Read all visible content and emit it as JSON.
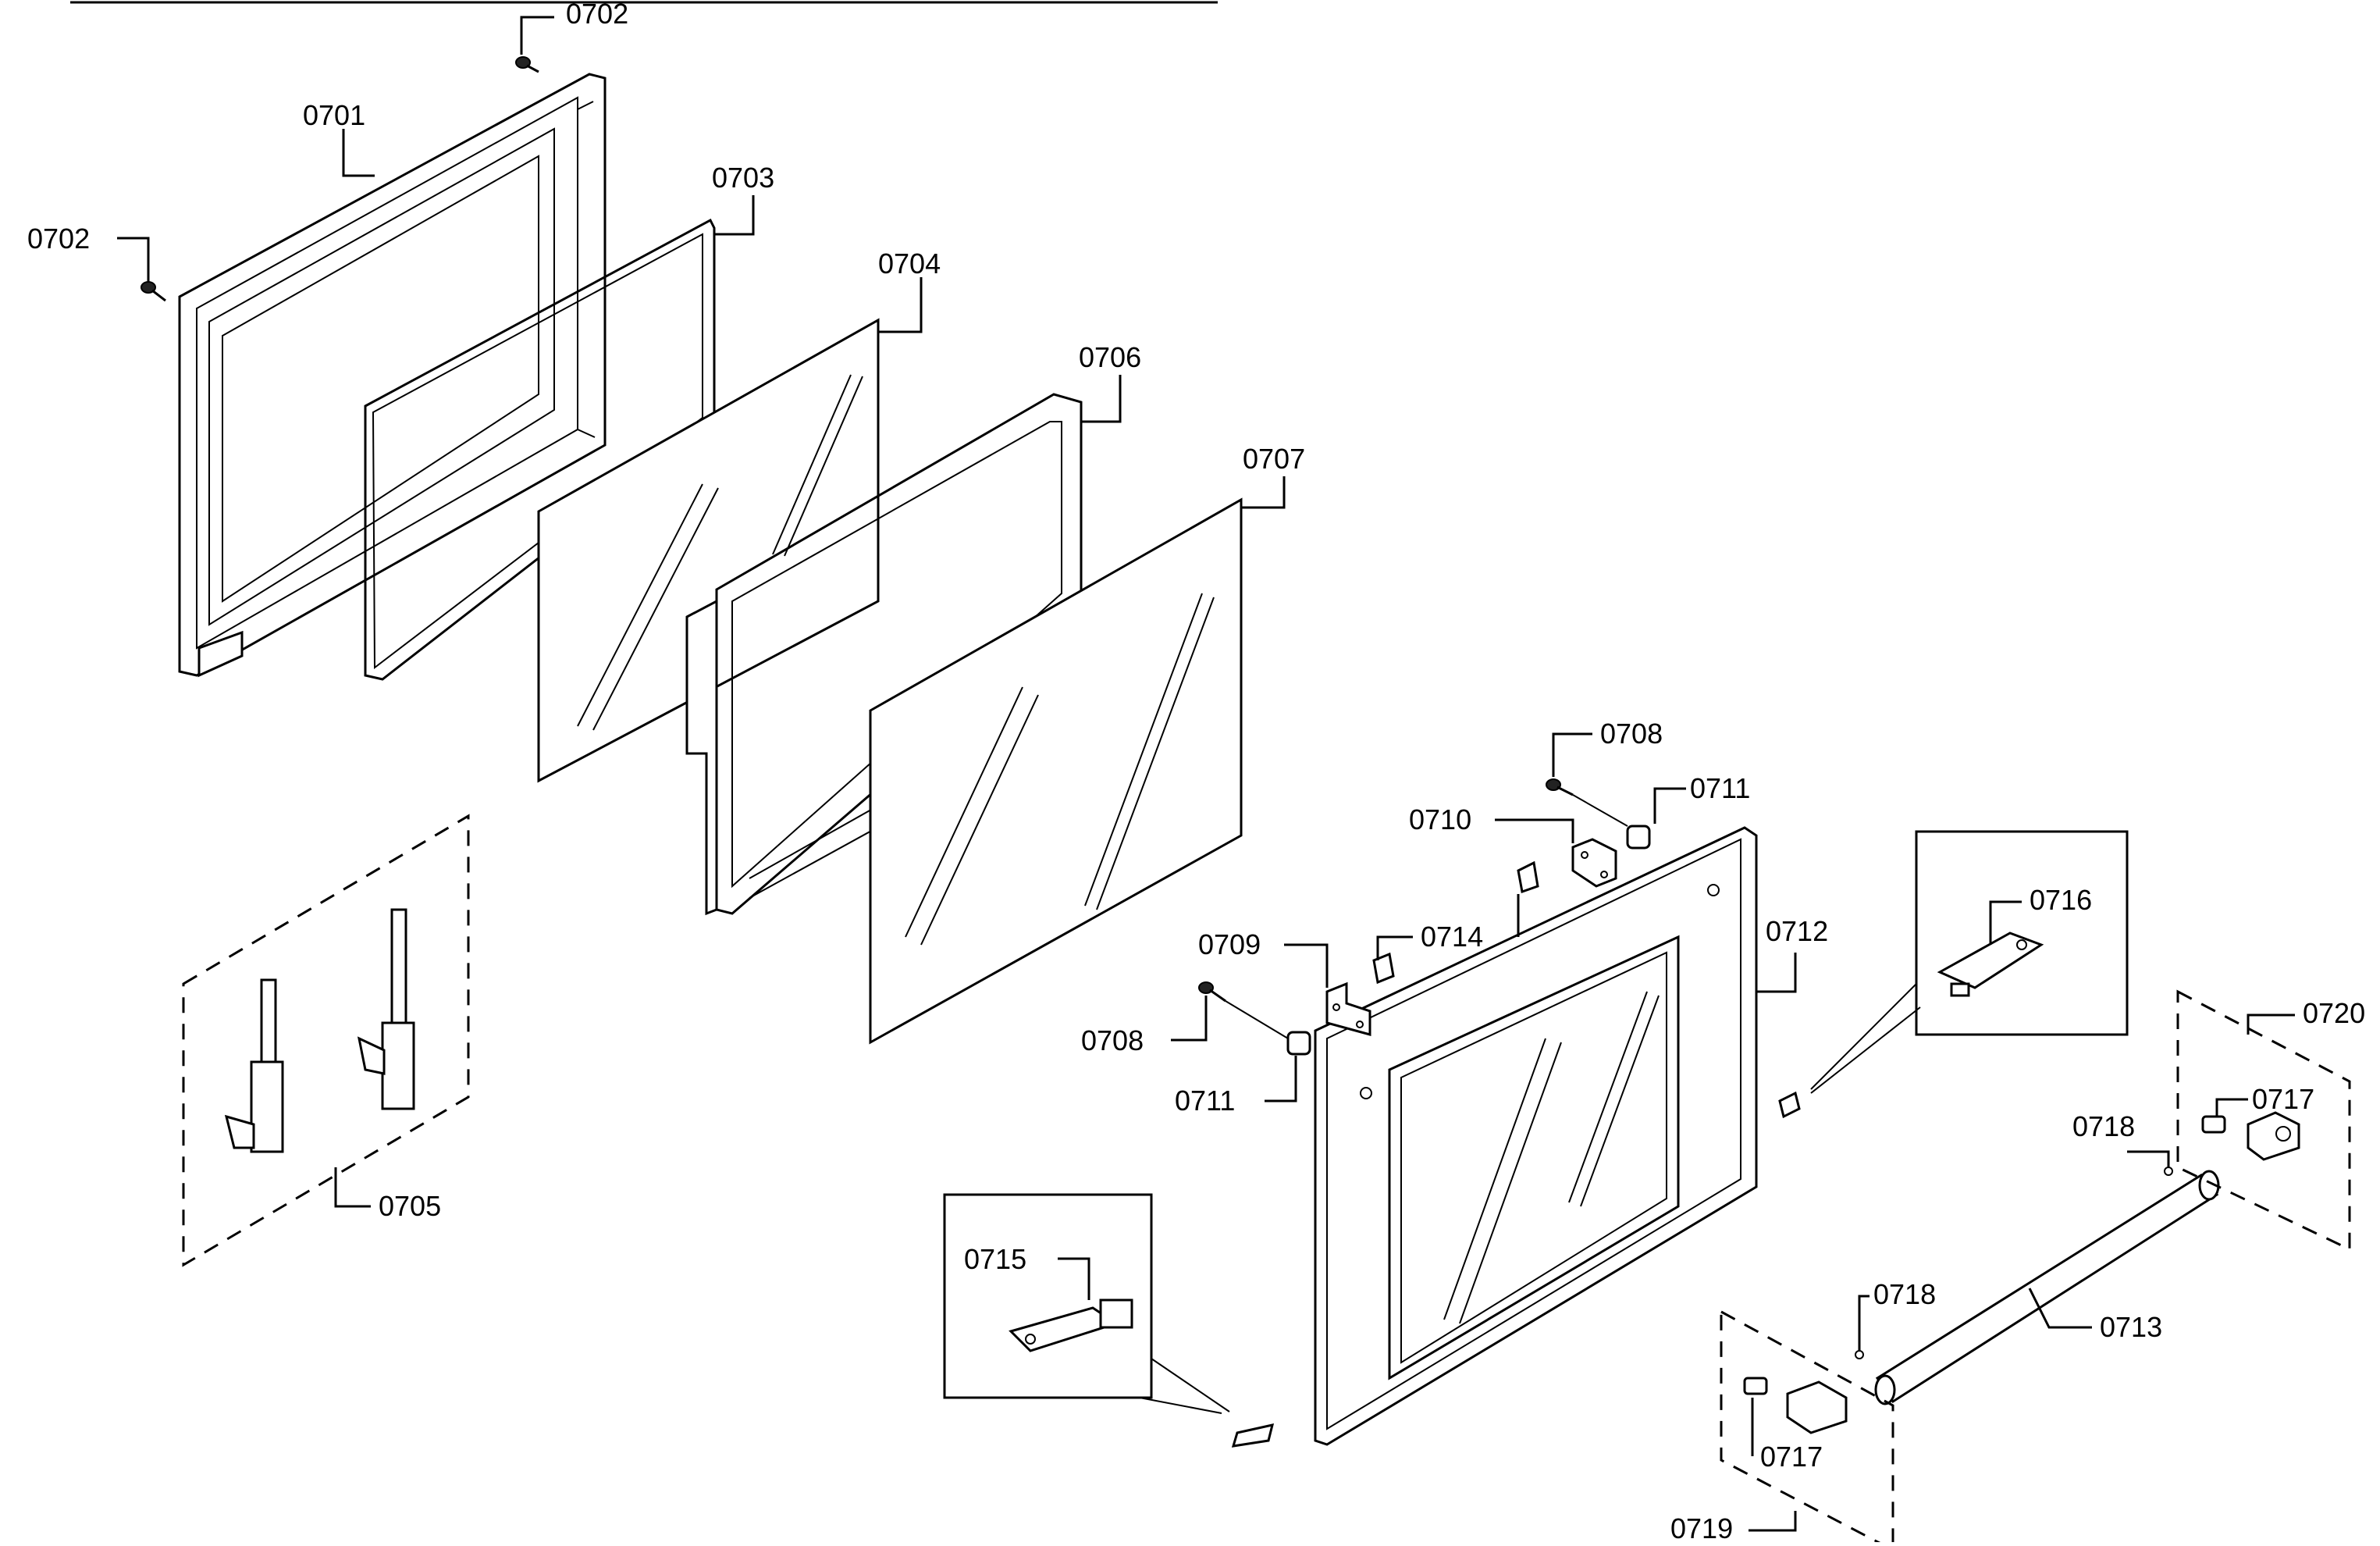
{
  "diagram": {
    "labels": {
      "l0701": "0701",
      "l0702a": "0702",
      "l0702b": "0702",
      "l0703": "0703",
      "l0704": "0704",
      "l0705": "0705",
      "l0706": "0706",
      "l0707": "0707",
      "l0708a": "0708",
      "l0708b": "0708",
      "l0709": "0709",
      "l0710": "0710",
      "l0711a": "0711",
      "l0711b": "0711",
      "l0712": "0712",
      "l0713": "0713",
      "l0714": "0714",
      "l0715": "0715",
      "l0716": "0716",
      "l0717a": "0717",
      "l0717b": "0717",
      "l0718a": "0718",
      "l0718b": "0718",
      "l0719": "0719",
      "l0720": "0720"
    }
  }
}
